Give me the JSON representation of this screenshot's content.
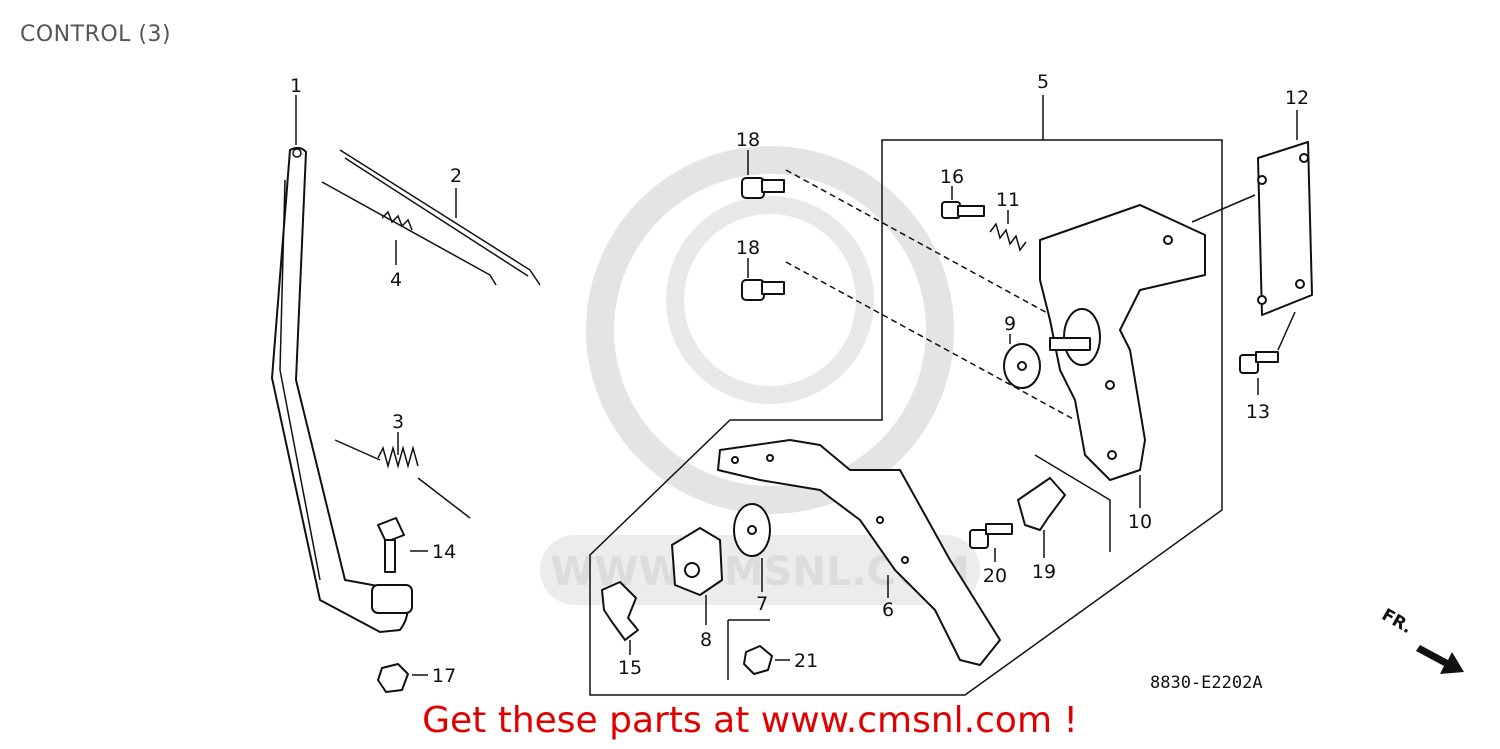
{
  "page": {
    "title": "CONTROL (3)",
    "diagram_code": "8830-E2202A",
    "direction_label": "FR.",
    "watermark": "WWW.CMSNL.COM",
    "promo_text": "Get these parts at www.cmsnl.com !"
  },
  "callouts": {
    "c1": "1",
    "c2": "2",
    "c3": "3",
    "c4": "4",
    "c5": "5",
    "c6": "6",
    "c7": "7",
    "c8": "8",
    "c9": "9",
    "c10": "10",
    "c11": "11",
    "c12": "12",
    "c13": "13",
    "c14": "14",
    "c15": "15",
    "c16": "16",
    "c17": "17",
    "c18a": "18",
    "c18b": "18",
    "c19": "19",
    "c20": "20",
    "c21": "21"
  },
  "colors": {
    "promo": "#e00000",
    "title": "#555555",
    "line_art": "#111111",
    "watermark": "#dcdcdc"
  }
}
